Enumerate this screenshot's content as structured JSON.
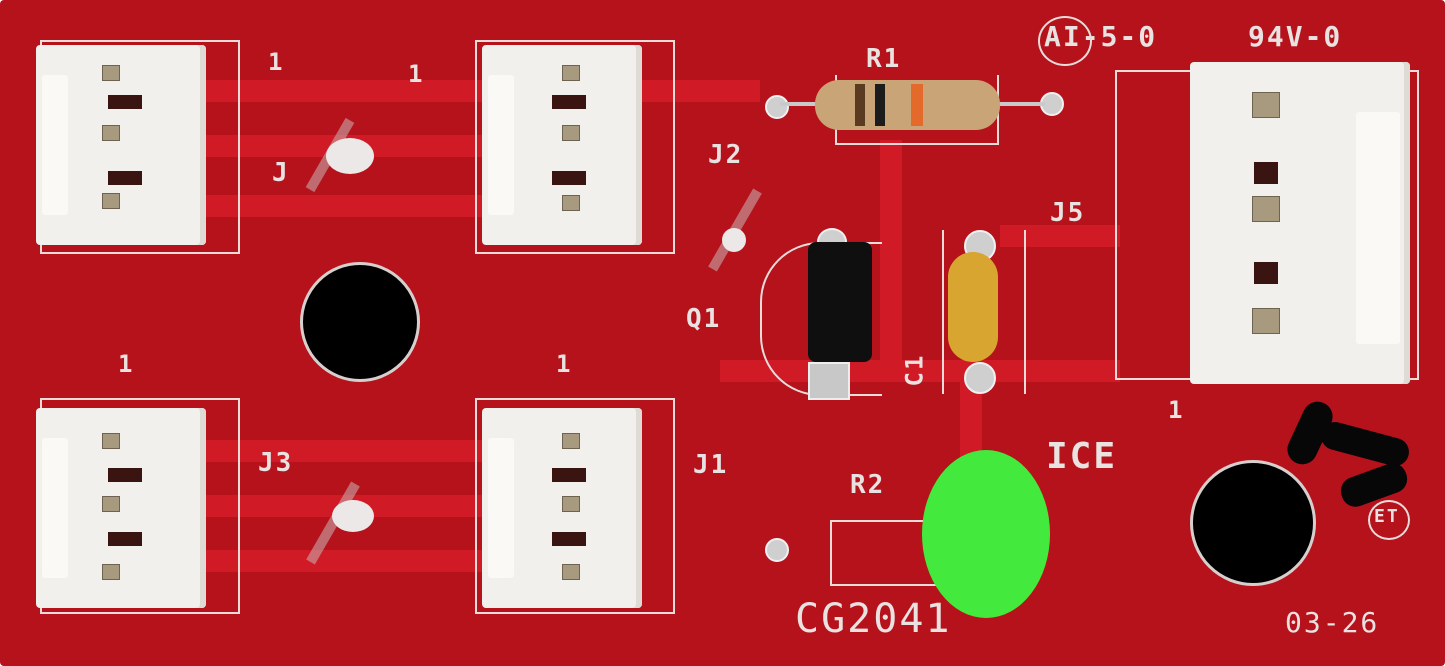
{
  "image": {
    "subject": "Red printed circuit board",
    "board_color": "#b5121b"
  },
  "silkscreen": {
    "top_mark": "AI-5-0",
    "flammability": "94V-0",
    "part_number": "CG2041",
    "date_code": "03-26",
    "maker_mark": "ET",
    "ice_label": "ICE",
    "pin1": "1"
  },
  "components": {
    "r1": "R1",
    "r2": "R2",
    "q1": "Q1",
    "c1": "C1",
    "j1": "J1",
    "j2": "J2",
    "j3": "J3",
    "j4": "J",
    "j5": "J5"
  },
  "sticker": {
    "color": "#3ee83a"
  }
}
